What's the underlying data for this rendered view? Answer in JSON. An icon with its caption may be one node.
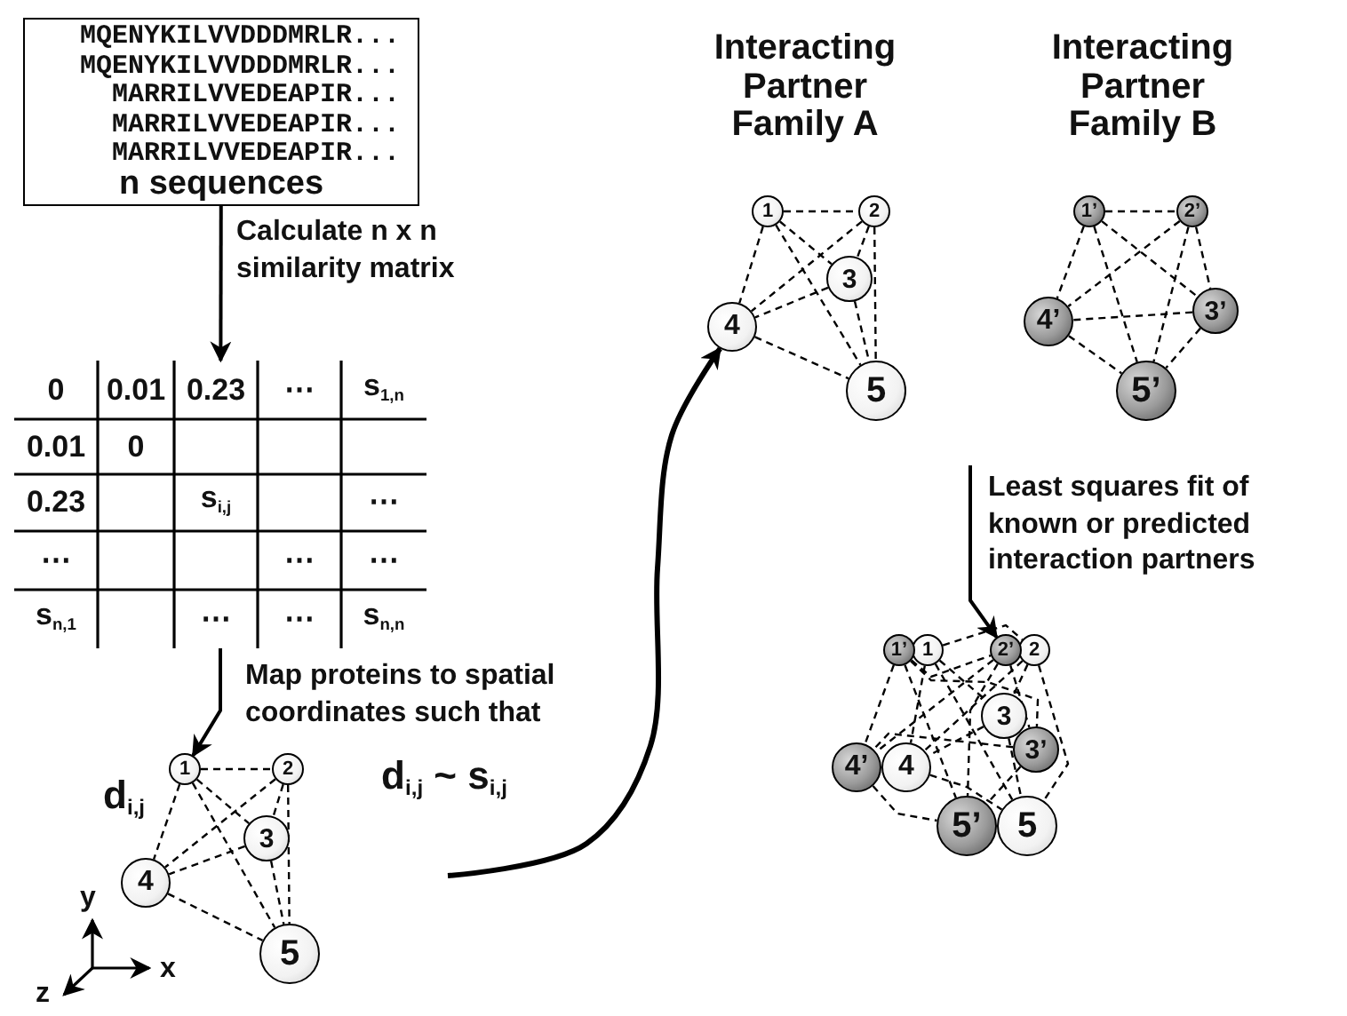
{
  "diagram": {
    "nodes": [
      {
        "text": [
          "MQENYKILVVDDDMRLR...",
          "MQENYKILVVDDDMRLR...",
          "MARRILVVEDEAPIR...",
          "MARRILVVEDEAPIR...",
          "MARRILVVEDEAPIR...",
          "n sequences"
        ]
      },
      {
        "text": [
          "0",
          "0.01",
          "0.23",
          "⋯",
          "s$_{1,n}$",
          "0.01",
          "0",
          "0.23",
          "s$_{i,j}$",
          "⋯",
          "⋯",
          "⋯",
          "⋯",
          "s$_{n,1}$",
          "⋯",
          "⋯",
          "s$_{n,n}$"
        ]
      },
      {
        "text": [
          "1"
        ]
      },
      {
        "text": [
          "2"
        ]
      },
      {
        "text": [
          "3"
        ]
      },
      {
        "text": [
          "4"
        ]
      },
      {
        "text": [
          "5"
        ]
      },
      {
        "text": [
          "1"
        ]
      },
      {
        "text": [
          "2"
        ]
      },
      {
        "text": [
          "3"
        ]
      },
      {
        "text": [
          "4"
        ]
      },
      {
        "text": [
          "5"
        ]
      },
      {
        "text": [
          "1’"
        ]
      },
      {
        "text": [
          "2’"
        ]
      },
      {
        "text": [
          "3’"
        ]
      },
      {
        "text": [
          "4’"
        ]
      },
      {
        "text": [
          "5’"
        ]
      },
      {
        "text": [
          "1"
        ]
      },
      {
        "text": [
          "2"
        ]
      },
      {
        "text": [
          "3"
        ]
      },
      {
        "text": [
          "4"
        ]
      },
      {
        "text": [
          "5"
        ]
      },
      {
        "text": [
          "1’"
        ]
      },
      {
        "text": [
          "2’"
        ]
      },
      {
        "text": [
          "3’"
        ]
      },
      {
        "text": [
          "4’"
        ]
      },
      {
        "text": [
          "5’"
        ]
      }
    ],
    "edges": [
      {
        "from": 0,
        "to": 1,
        "arrow": "to",
        "label": "Calculate n x n similarity matrix"
      },
      {
        "from": 1,
        "to": 2,
        "arrow": "to",
        "label": "Map proteins to spatial coordinates such that"
      },
      {
        "from": null,
        "to": 10,
        "arrow": "to",
        "style": "thick"
      },
      {
        "from": null,
        "to": 23,
        "arrow": "to",
        "label": "Least squares fit of known or predicted interaction partners"
      },
      {
        "from": 2,
        "to": 3,
        "arrow": "none",
        "style": "dashed"
      },
      {
        "from": 2,
        "to": 4,
        "arrow": "none",
        "style": "dashed"
      },
      {
        "from": 2,
        "to": 5,
        "arrow": "none",
        "style": "dashed"
      },
      {
        "from": 2,
        "to": 6,
        "arrow": "none",
        "style": "dashed"
      },
      {
        "from": 3,
        "to": 4,
        "arrow": "none",
        "style": "dashed"
      },
      {
        "from": 3,
        "to": 5,
        "arrow": "none",
        "style": "dashed"
      },
      {
        "from": 3,
        "to": 6,
        "arrow": "none",
        "style": "dashed"
      },
      {
        "from": 4,
        "to": 5,
        "arrow": "none",
        "style": "dashed"
      },
      {
        "from": 4,
        "to": 6,
        "arrow": "none",
        "style": "dashed"
      },
      {
        "from": 5,
        "to": 6,
        "arrow": "none",
        "style": "dashed"
      },
      {
        "from": 7,
        "to": 8,
        "arrow": "none",
        "style": "dashed"
      },
      {
        "from": 7,
        "to": 9,
        "arrow": "none",
        "style": "dashed"
      },
      {
        "from": 7,
        "to": 10,
        "arrow": "none",
        "style": "dashed"
      },
      {
        "from": 7,
        "to": 11,
        "arrow": "none",
        "style": "dashed"
      },
      {
        "from": 8,
        "to": 9,
        "arrow": "none",
        "style": "dashed"
      },
      {
        "from": 8,
        "to": 10,
        "arrow": "none",
        "style": "dashed"
      },
      {
        "from": 8,
        "to": 11,
        "arrow": "none",
        "style": "dashed"
      },
      {
        "from": 9,
        "to": 10,
        "arrow": "none",
        "style": "dashed"
      },
      {
        "from": 9,
        "to": 11,
        "arrow": "none",
        "style": "dashed"
      },
      {
        "from": 10,
        "to": 11,
        "arrow": "none",
        "style": "dashed"
      },
      {
        "from": 12,
        "to": 13,
        "arrow": "none",
        "style": "dashed"
      },
      {
        "from": 12,
        "to": 14,
        "arrow": "none",
        "style": "dashed"
      },
      {
        "from": 12,
        "to": 15,
        "arrow": "none",
        "style": "dashed"
      },
      {
        "from": 12,
        "to": 16,
        "arrow": "none",
        "style": "dashed"
      },
      {
        "from": 13,
        "to": 14,
        "arrow": "none",
        "style": "dashed"
      },
      {
        "from": 13,
        "to": 15,
        "arrow": "none",
        "style": "dashed"
      },
      {
        "from": 13,
        "to": 16,
        "arrow": "none",
        "style": "dashed"
      },
      {
        "from": 14,
        "to": 15,
        "arrow": "none",
        "style": "dashed"
      },
      {
        "from": 14,
        "to": 16,
        "arrow": "none",
        "style": "dashed"
      },
      {
        "from": 15,
        "to": 16,
        "arrow": "none",
        "style": "dashed"
      },
      {
        "from": 17,
        "to": 18,
        "arrow": "none",
        "style": "dashed"
      },
      {
        "from": 17,
        "to": 19,
        "arrow": "none",
        "style": "dashed"
      },
      {
        "from": 17,
        "to": 20,
        "arrow": "none",
        "style": "dashed"
      },
      {
        "from": 17,
        "to": 21,
        "arrow": "none",
        "style": "dashed"
      },
      {
        "from": 18,
        "to": 19,
        "arrow": "none",
        "style": "dashed"
      },
      {
        "from": 18,
        "to": 20,
        "arrow": "none",
        "style": "dashed"
      },
      {
        "from": 18,
        "to": 21,
        "arrow": "none",
        "style": "dashed"
      },
      {
        "from": 19,
        "to": 20,
        "arrow": "none",
        "style": "dashed"
      },
      {
        "from": 19,
        "to": 21,
        "arrow": "none",
        "style": "dashed"
      },
      {
        "from": 20,
        "to": 21,
        "arrow": "none",
        "style": "dashed"
      },
      {
        "from": 22,
        "to": 23,
        "arrow": "none",
        "style": "dashed"
      },
      {
        "from": 22,
        "to": 24,
        "arrow": "none",
        "style": "dashed"
      },
      {
        "from": 22,
        "to": 25,
        "arrow": "none",
        "style": "dashed"
      },
      {
        "from": 22,
        "to": 26,
        "arrow": "none",
        "style": "dashed"
      },
      {
        "from": 23,
        "to": 24,
        "arrow": "none",
        "style": "dashed"
      },
      {
        "from": 23,
        "to": 25,
        "arrow": "none",
        "style": "dashed"
      },
      {
        "from": 23,
        "to": 26,
        "arrow": "none",
        "style": "dashed"
      },
      {
        "from": 24,
        "to": 25,
        "arrow": "none",
        "style": "dashed"
      },
      {
        "from": 24,
        "to": 26,
        "arrow": "none",
        "style": "dashed"
      },
      {
        "from": 25,
        "to": 26,
        "arrow": "none",
        "style": "dashed"
      }
    ],
    "labels": [
      "Interacting Partner Family A",
      "Interacting Partner Family B",
      "d$_{i,j}$",
      "d$_{i,j}$ ~ s$_{i,j}$",
      "y",
      "x",
      "z"
    ]
  }
}
